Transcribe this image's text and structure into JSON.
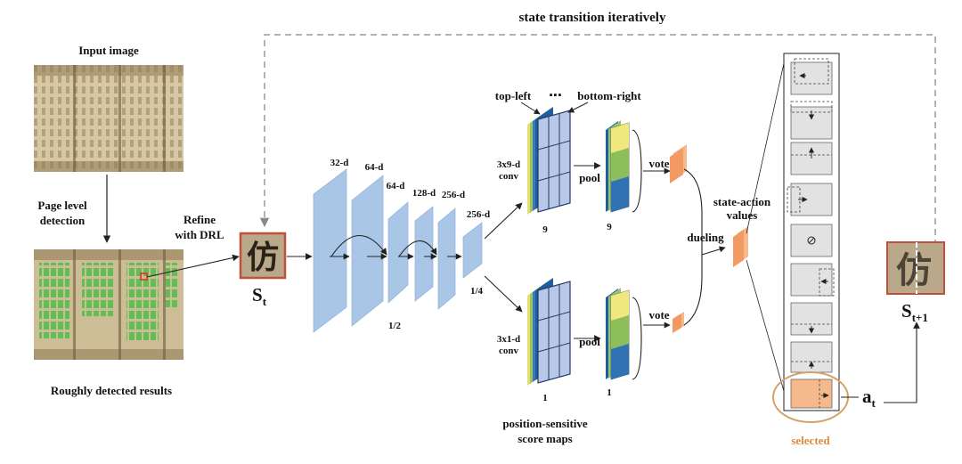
{
  "title": "state transition iteratively",
  "input": {
    "label": "Input image",
    "page_detection": [
      "Page level",
      "detection"
    ],
    "detected_label": "Roughly detected results"
  },
  "refine": [
    "Refine",
    "with DRL"
  ],
  "state_t": {
    "base": "S",
    "sub": "t"
  },
  "state_t1": {
    "base": "S",
    "sub": "t+1"
  },
  "char_t": "仿",
  "char_t1": "仿",
  "backbone": {
    "dims": [
      "32-d",
      "64-d",
      "64-d",
      "128-d",
      "256-d",
      "256-d"
    ],
    "scales": [
      "1/2",
      "1/4"
    ]
  },
  "score_maps": {
    "corner_top": "top-left",
    "dots": "▪▪▪",
    "corner_bottom": "bottom-right",
    "upper_conv": [
      "3x9-d",
      "conv"
    ],
    "lower_conv": [
      "3x1-d",
      "conv"
    ],
    "upper_count": "9",
    "lower_count": "1",
    "caption": [
      "position-sensitive",
      "score maps"
    ]
  },
  "pool_label": "pool",
  "vote_label": "vote",
  "dueling_label": "dueling",
  "state_action": [
    "state-action",
    "values"
  ],
  "action_label": {
    "base": "a",
    "sub": "t"
  },
  "selected_label": "selected",
  "colors": {
    "layer_fill": "#a9c6e6",
    "value_fill": "#f5b98c",
    "selected_fill": "#f5b98c",
    "selected_text": "#e08a3c",
    "border_red": "#c0503a",
    "action_fill": "#e2e2e2"
  },
  "actions": [
    "move-left",
    "move-down",
    "move-up",
    "move-right",
    "stop",
    "shrink-left",
    "shrink-down",
    "shrink-up",
    "shrink-right"
  ]
}
